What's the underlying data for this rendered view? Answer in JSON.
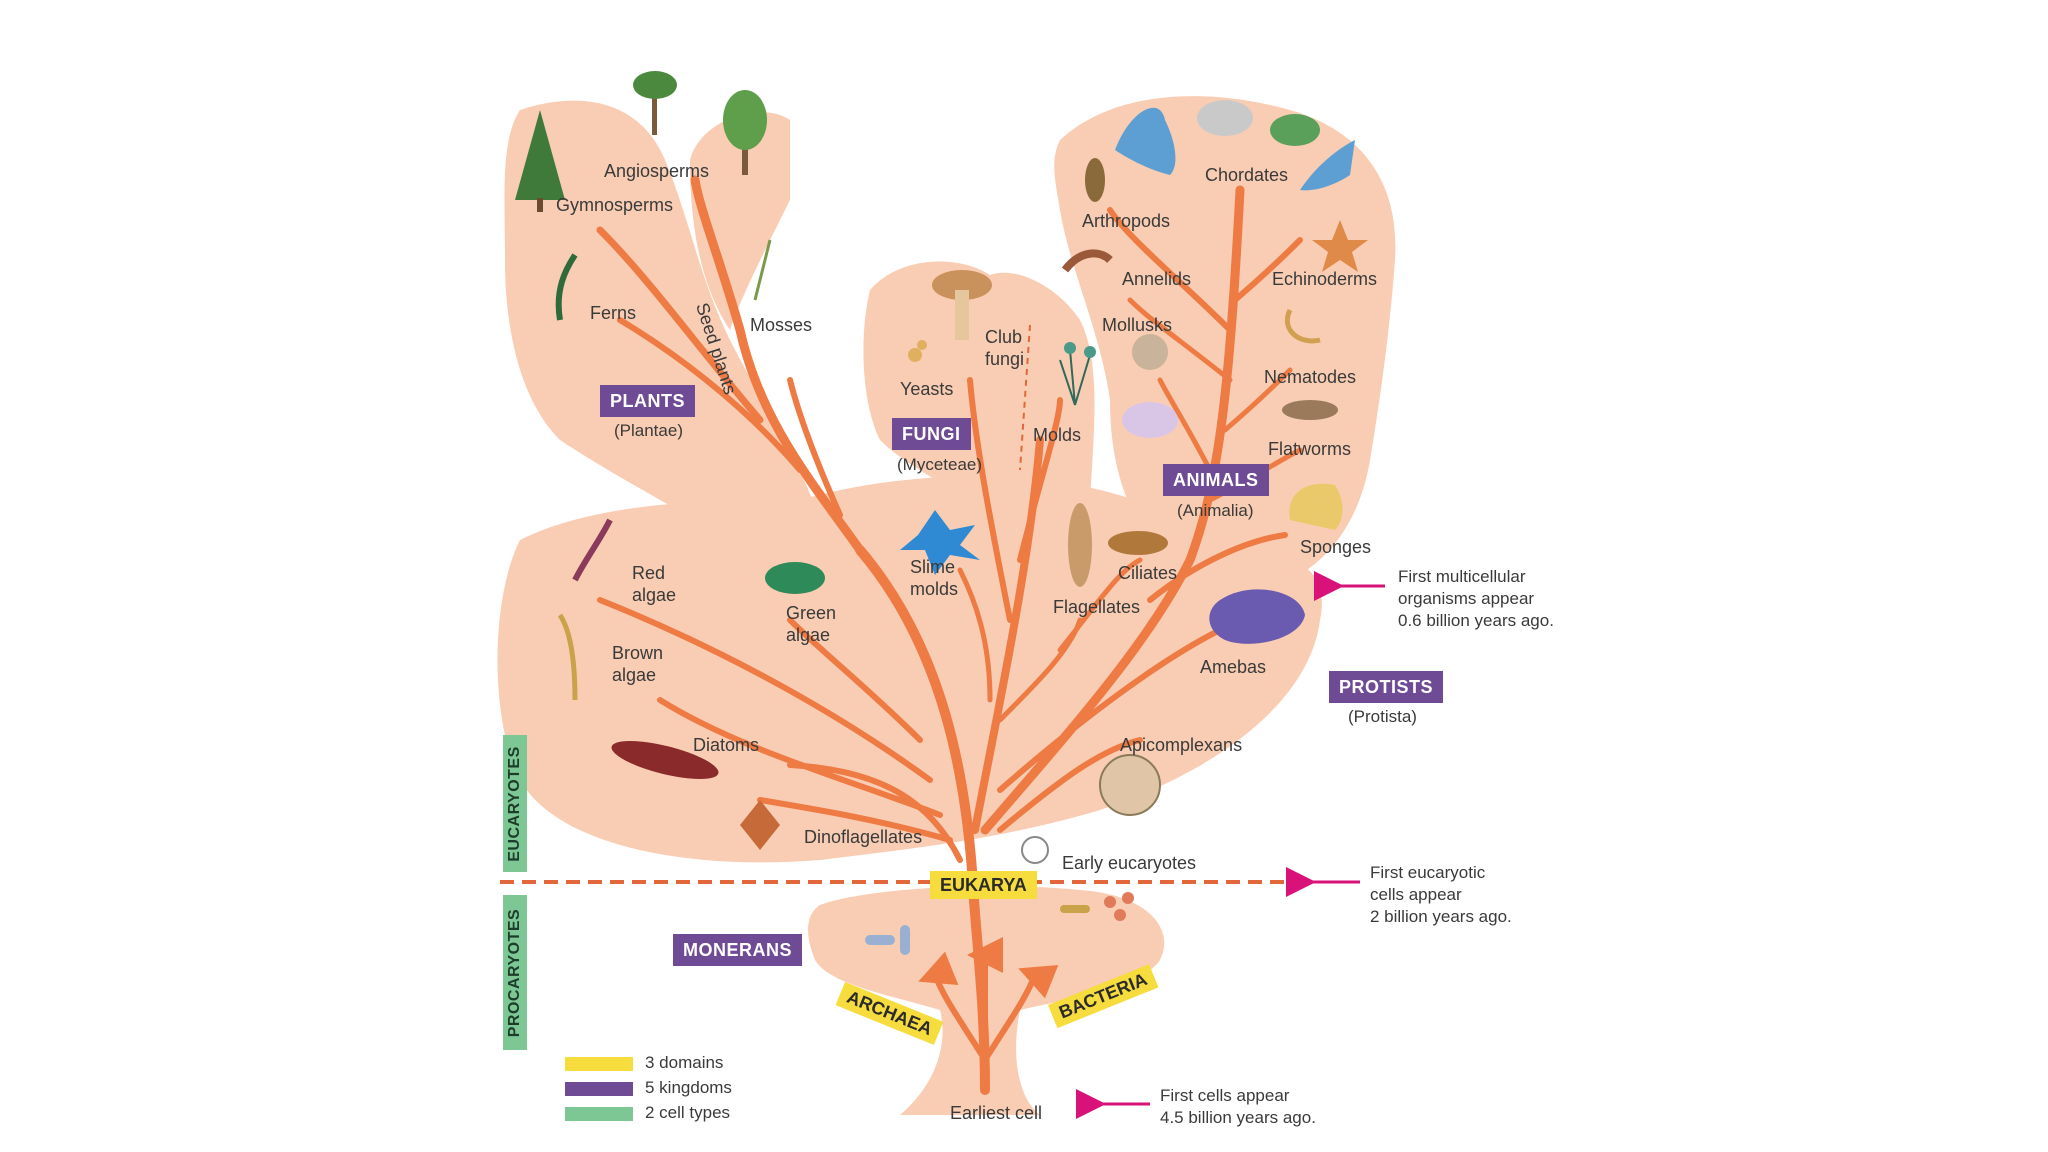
{
  "domains": {
    "eukarya": "EUKARYA",
    "archaea": "ARCHAEA",
    "bacteria": "BACTERIA"
  },
  "kingdoms": {
    "plants": {
      "name": "PLANTS",
      "latin": "(Plantae)"
    },
    "fungi": {
      "name": "FUNGI",
      "latin": "(Myceteae)"
    },
    "animals": {
      "name": "ANIMALS",
      "latin": "(Animalia)"
    },
    "protists": {
      "name": "PROTISTS",
      "latin": "(Protista)"
    },
    "monerans": {
      "name": "MONERANS"
    }
  },
  "cell_types": {
    "eucaryotes": "EUCARYOTES",
    "procaryotes": "PROCARYOTES"
  },
  "organisms": {
    "angiosperms": "Angiosperms",
    "gymnosperms": "Gymnosperms",
    "ferns": "Ferns",
    "mosses": "Mosses",
    "seed_plants": "Seed plants",
    "yeasts": "Yeasts",
    "club_fungi": "Club\nfungi",
    "molds": "Molds",
    "chordates": "Chordates",
    "arthropods": "Arthropods",
    "annelids": "Annelids",
    "echinoderms": "Echinoderms",
    "mollusks": "Mollusks",
    "nematodes": "Nematodes",
    "flatworms": "Flatworms",
    "sponges": "Sponges",
    "red_algae": "Red\nalgae",
    "green_algae": "Green\nalgae",
    "slime_molds": "Slime\nmolds",
    "ciliates": "Ciliates",
    "flagellates": "Flagellates",
    "brown_algae": "Brown\nalgae",
    "amebas": "Amebas",
    "diatoms": "Diatoms",
    "apicomplexans": "Apicomplexans",
    "dinoflagellates": "Dinoflagellates",
    "early_eucaryotes": "Early eucaryotes",
    "earliest_cell": "Earliest cell"
  },
  "notes": {
    "multicellular": "First multicellular\norganisms appear\n0.6 billion years ago.",
    "eucaryotic": "First eucaryotic\ncells appear\n2 billion years ago.",
    "first_cells": "First  cells appear\n4.5 billion years ago."
  },
  "legend": [
    {
      "label": "3 domains",
      "color": "#f6dc3c"
    },
    {
      "label": "5 kingdoms",
      "color": "#6f4b95"
    },
    {
      "label": "2 cell types",
      "color": "#7dc795"
    }
  ],
  "colors": {
    "blob": "#f9cdb3",
    "branch": "#ee7a44",
    "arrow": "#d9127a",
    "divider": "#e2683b"
  }
}
